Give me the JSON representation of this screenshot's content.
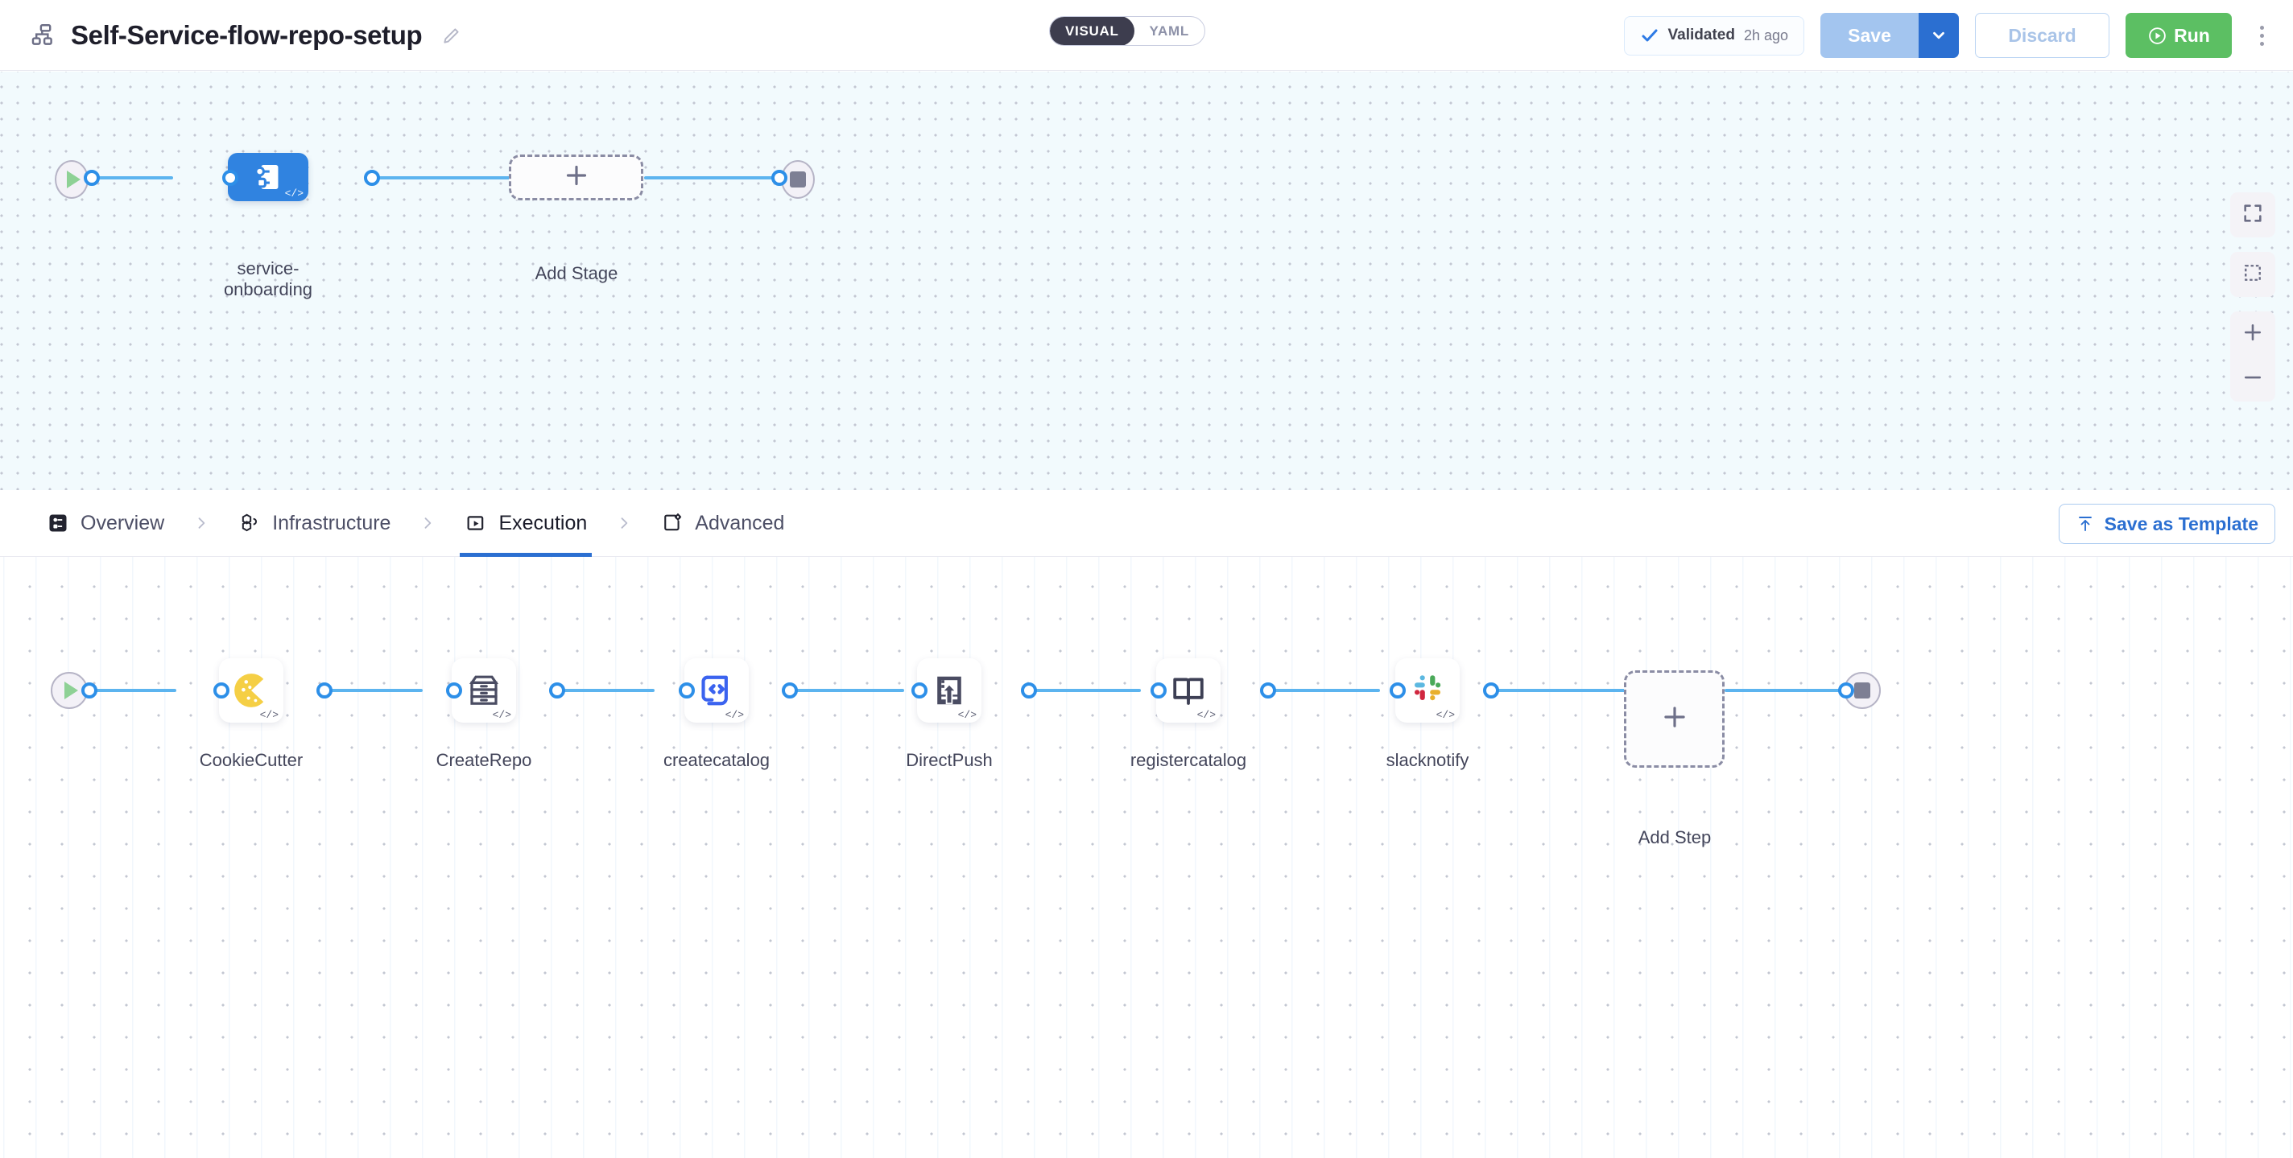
{
  "header": {
    "pipeline_icon": "pipeline-nodes-icon",
    "title": "Self-Service-flow-repo-setup",
    "edit_icon": "pencil-edit-icon",
    "mode_toggle": {
      "options": [
        "VISUAL",
        "YAML"
      ],
      "selected": "VISUAL"
    },
    "validation": {
      "icon": "check-icon",
      "label": "Validated",
      "time": "2h ago"
    },
    "save": {
      "label": "Save",
      "caret_icon": "chevron-down-icon"
    },
    "discard": {
      "label": "Discard"
    },
    "run": {
      "label": "Run",
      "icon": "play-circle-icon"
    },
    "more_menu": {
      "icon": "kebab-menu-icon"
    }
  },
  "colors": {
    "accent_blue": "#2b6fd1",
    "edge_blue": "#5cb4ef",
    "run_green": "#5cbf63",
    "stage_blue": "#3083e0",
    "toggle_dark": "#3d3d4e"
  },
  "stage_canvas": {
    "start_node": {
      "name": "start",
      "icon": "play-triangle-icon"
    },
    "end_node": {
      "name": "end",
      "icon": "stop-square-icon"
    },
    "stages": [
      {
        "label": "service-\nonboarding",
        "icon": "service-deployment-icon",
        "badge": "</>",
        "selected": true
      }
    ],
    "add_stage": {
      "label": "Add Stage",
      "icon": "plus-icon"
    },
    "controls": [
      {
        "name": "fit-to-screen-button",
        "icon": "expand-corners-icon"
      },
      {
        "name": "selection-box-button",
        "icon": "dashed-square-icon"
      },
      {
        "name": "zoom-in-button",
        "icon": "plus-icon"
      },
      {
        "name": "zoom-out-button",
        "icon": "minus-icon"
      }
    ]
  },
  "tabbar": {
    "tabs": [
      {
        "label": "Overview",
        "icon": "overview-icon",
        "active": false
      },
      {
        "label": "Infrastructure",
        "icon": "infrastructure-hex-icon",
        "active": false
      },
      {
        "label": "Execution",
        "icon": "execution-play-icon",
        "active": true
      },
      {
        "label": "Advanced",
        "icon": "advanced-gear-icon",
        "active": false
      }
    ],
    "separator_icon": "chevron-right-icon",
    "save_as_template": {
      "label": "Save as Template",
      "icon": "upload-template-icon"
    }
  },
  "step_canvas": {
    "start_node": {
      "name": "start",
      "icon": "play-triangle-icon"
    },
    "end_node": {
      "name": "end",
      "icon": "stop-square-icon"
    },
    "steps": [
      {
        "label": "CookieCutter",
        "icon": "cookie-icon",
        "badge": "</>"
      },
      {
        "label": "CreateRepo",
        "icon": "file-cabinet-icon",
        "badge": "</>"
      },
      {
        "label": "createcatalog",
        "icon": "code-scroll-icon",
        "badge": "</>"
      },
      {
        "label": "DirectPush",
        "icon": "upload-document-icon",
        "badge": "</>"
      },
      {
        "label": "registercatalog",
        "icon": "open-book-icon",
        "badge": "</>"
      },
      {
        "label": "slacknotify",
        "icon": "slack-logo-icon",
        "badge": "</>"
      }
    ],
    "add_step": {
      "label": "Add Step",
      "icon": "plus-icon"
    }
  }
}
